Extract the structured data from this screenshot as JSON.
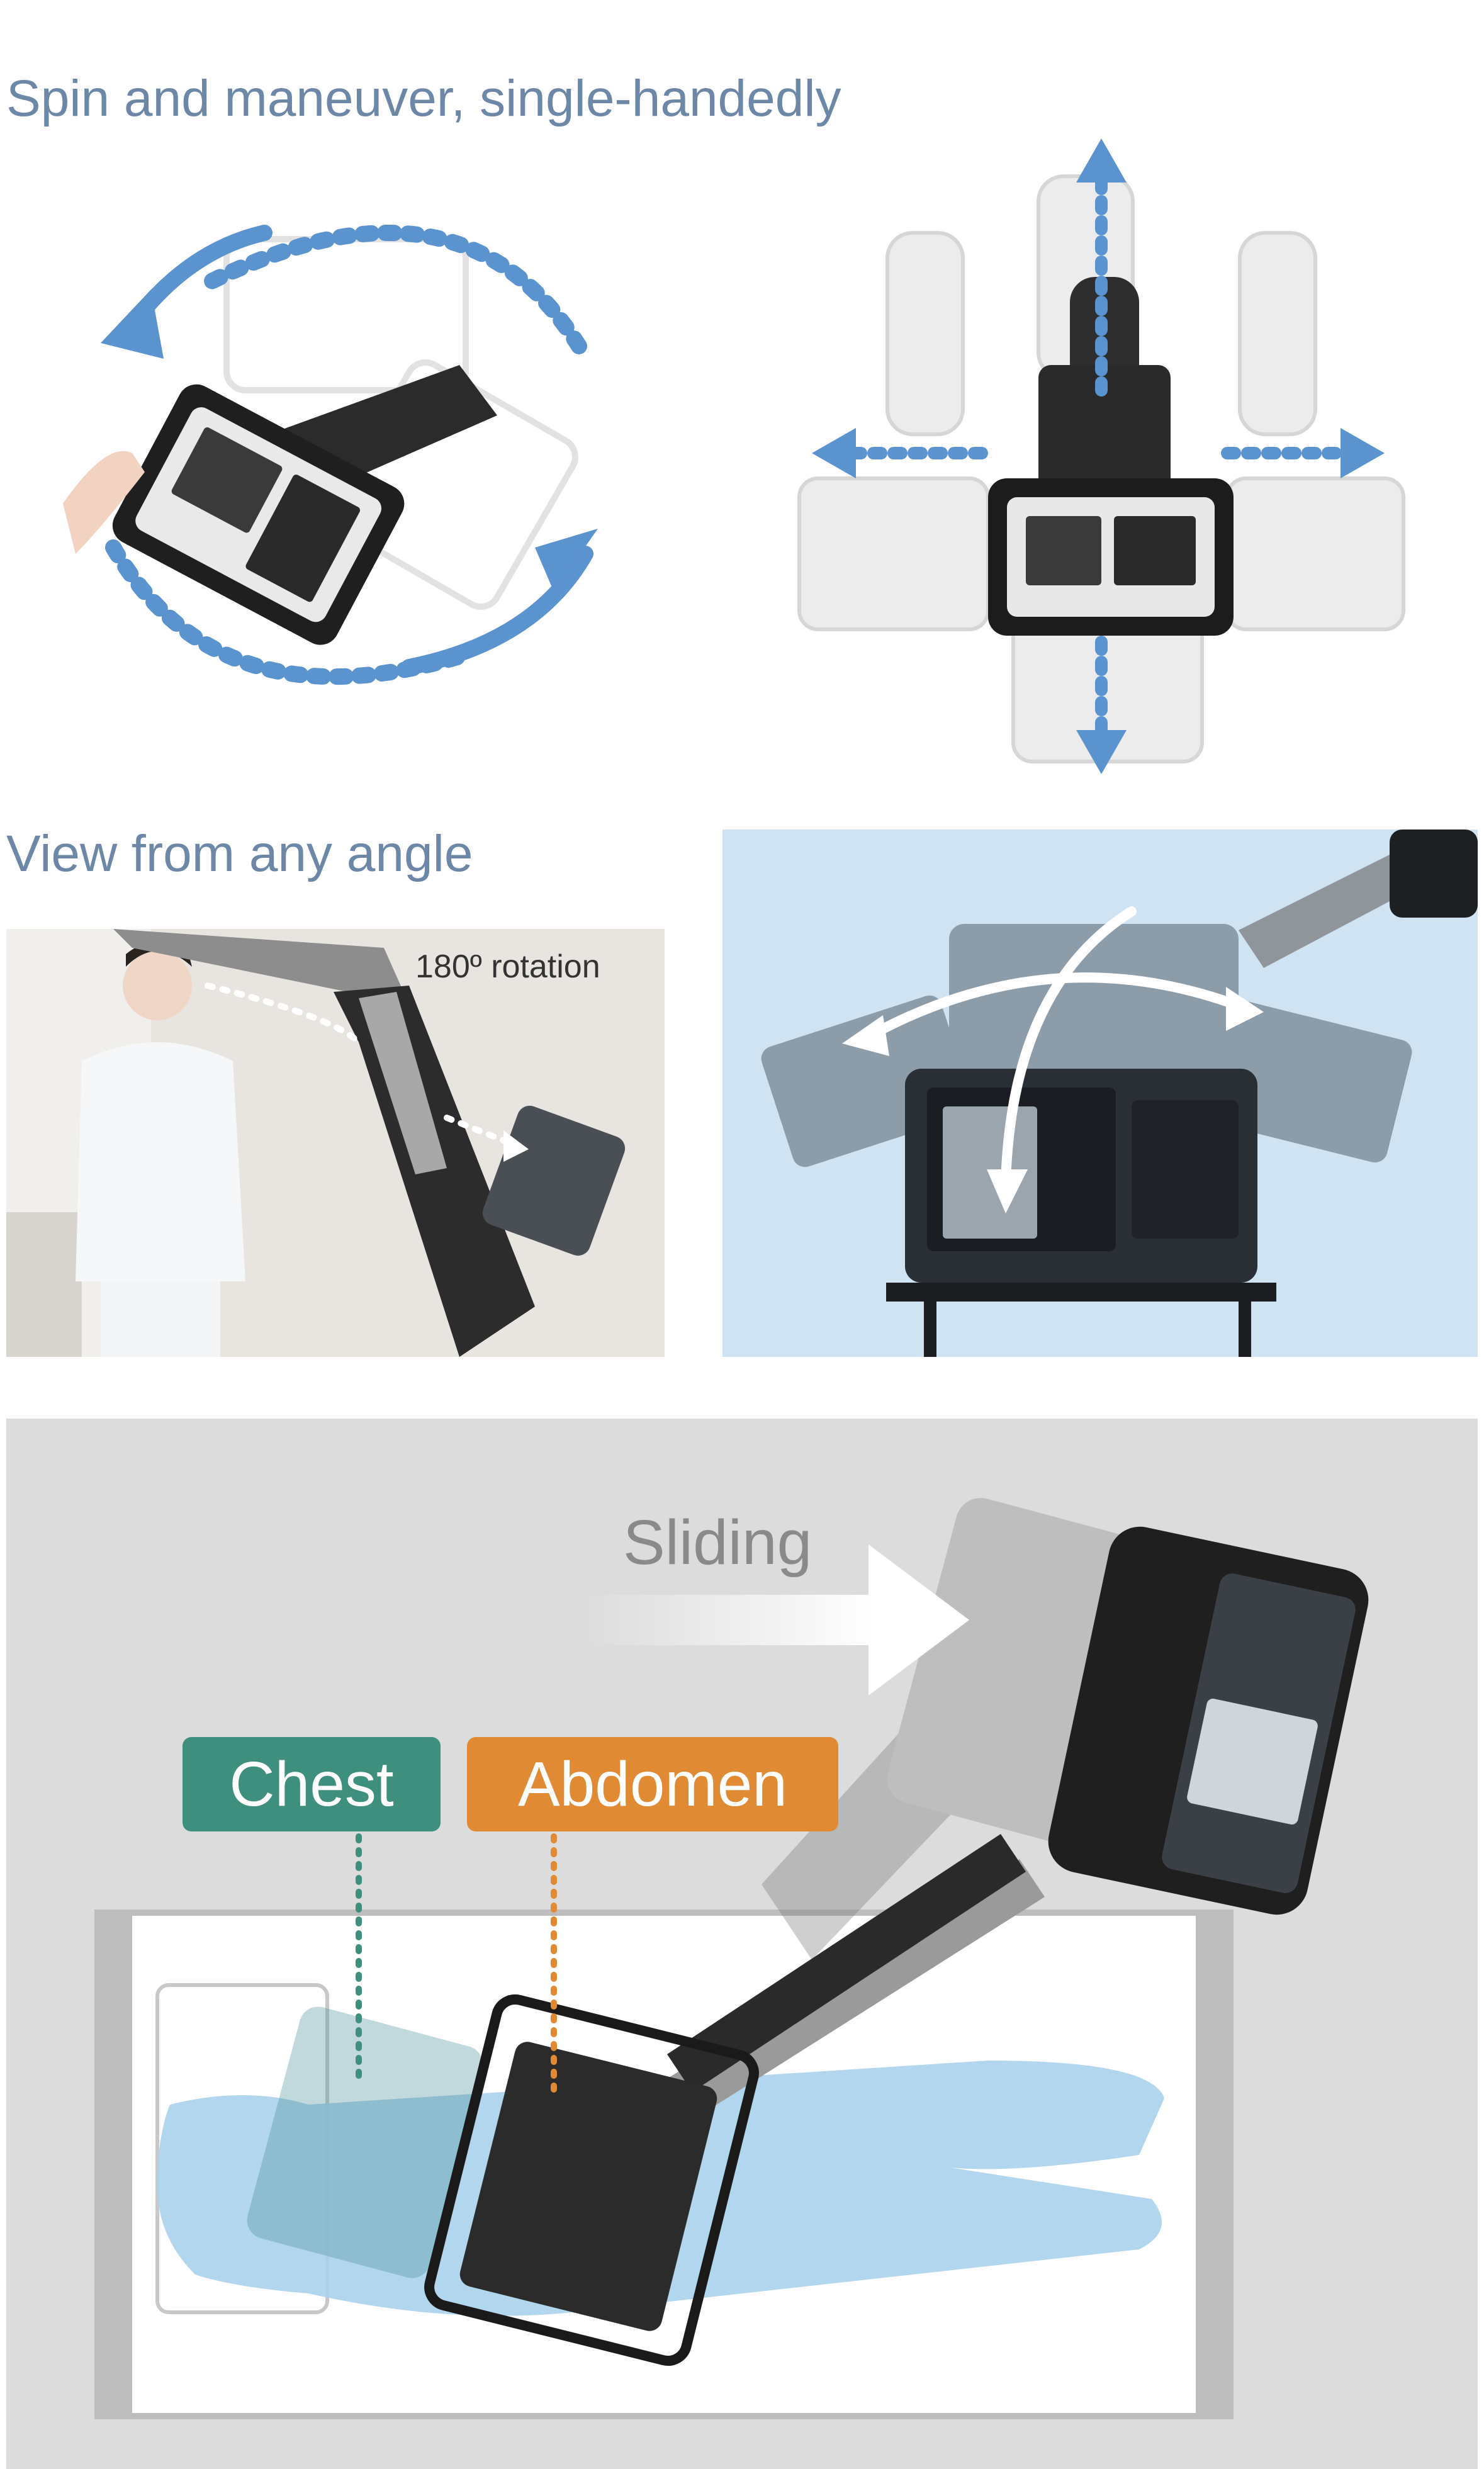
{
  "sections": {
    "spin": {
      "heading": "Spin and maneuver, single-handedly"
    },
    "view": {
      "heading": "View from any angle",
      "rotation_label": "180º rotation"
    },
    "slide": {
      "sliding_label": "Sliding",
      "chest_label": "Chest",
      "abdomen_label": "Abdomen"
    }
  },
  "colors": {
    "heading": "#6d87a6",
    "arrow_blue": "#5b93cf",
    "panel_light_blue": "#cfe3f3",
    "chest_green": "#3f8f7e",
    "abdomen_orange": "#e08a33",
    "floor_gray": "#dcdcdc"
  },
  "icons": [
    "rotate-arrow-icon",
    "move-arrow-icon",
    "sliding-arrow-icon"
  ]
}
